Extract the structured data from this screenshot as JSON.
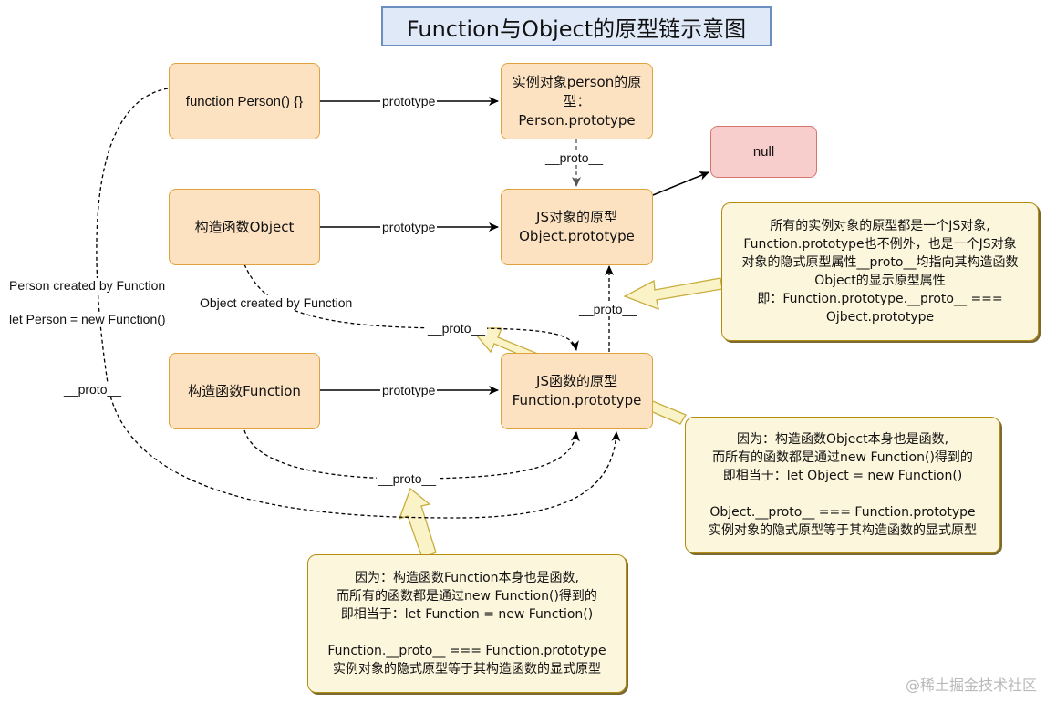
{
  "title": "Function与Object的原型链示意图",
  "nodes": {
    "person_fn": "function Person() {}",
    "person_proto": "实例对象person的原型：Person.prototype",
    "null_box": "null",
    "object_ctor": "构造函数Object",
    "object_proto_1": "JS对象的原型",
    "object_proto_2": "Object.prototype",
    "function_ctor": "构造函数Function",
    "function_proto_1": "JS函数的原型",
    "function_proto_2": "Function.prototype"
  },
  "edge_labels": {
    "prototype_1": "prototype",
    "prototype_2": "prototype",
    "prototype_3": "prototype",
    "proto_person": "__proto__",
    "proto_funcproto": "__proto__",
    "proto_object": "__proto__",
    "proto_function": "__proto__",
    "proto_left": "__proto__",
    "person_created": "Person created by Function",
    "let_person": "let Person = new Function()",
    "object_created": "Object created by Function"
  },
  "notes": {
    "note1": [
      "所有的实例对象的原型都是一个JS对象,",
      "Function.prototype也不例外，也是一个JS对象",
      "对象的隐式原型属性__proto__均指向其构造函数",
      "Object的显示原型属性",
      "即：Function.prototype.__proto__ ===",
      "Ojbect.prototype"
    ],
    "note2": [
      "因为：构造函数Object本身也是函数,",
      "而所有的函数都是通过new Function()得到的",
      "即相当于：let Object = new Function()",
      "",
      "Object.__proto__ === Function.prototype",
      "实例对象的隐式原型等于其构造函数的显式原型"
    ],
    "note3": [
      "因为：构造函数Function本身也是函数,",
      "而所有的函数都是通过new Function()得到的",
      "即相当于：let Function = new Function()",
      "",
      "Function.__proto__ === Function.prototype",
      "实例对象的隐式原型等于其构造函数的显式原型"
    ]
  },
  "watermark": "@稀土掘金技术社区",
  "colors": {
    "node_fill": "#fde2c2",
    "node_stroke": "#e0a23a",
    "null_fill": "#f8cecc",
    "note_fill": "#fcf6dc",
    "title_fill": "#dfe9f7",
    "arrow_hint_fill": "#fbf3c8"
  }
}
